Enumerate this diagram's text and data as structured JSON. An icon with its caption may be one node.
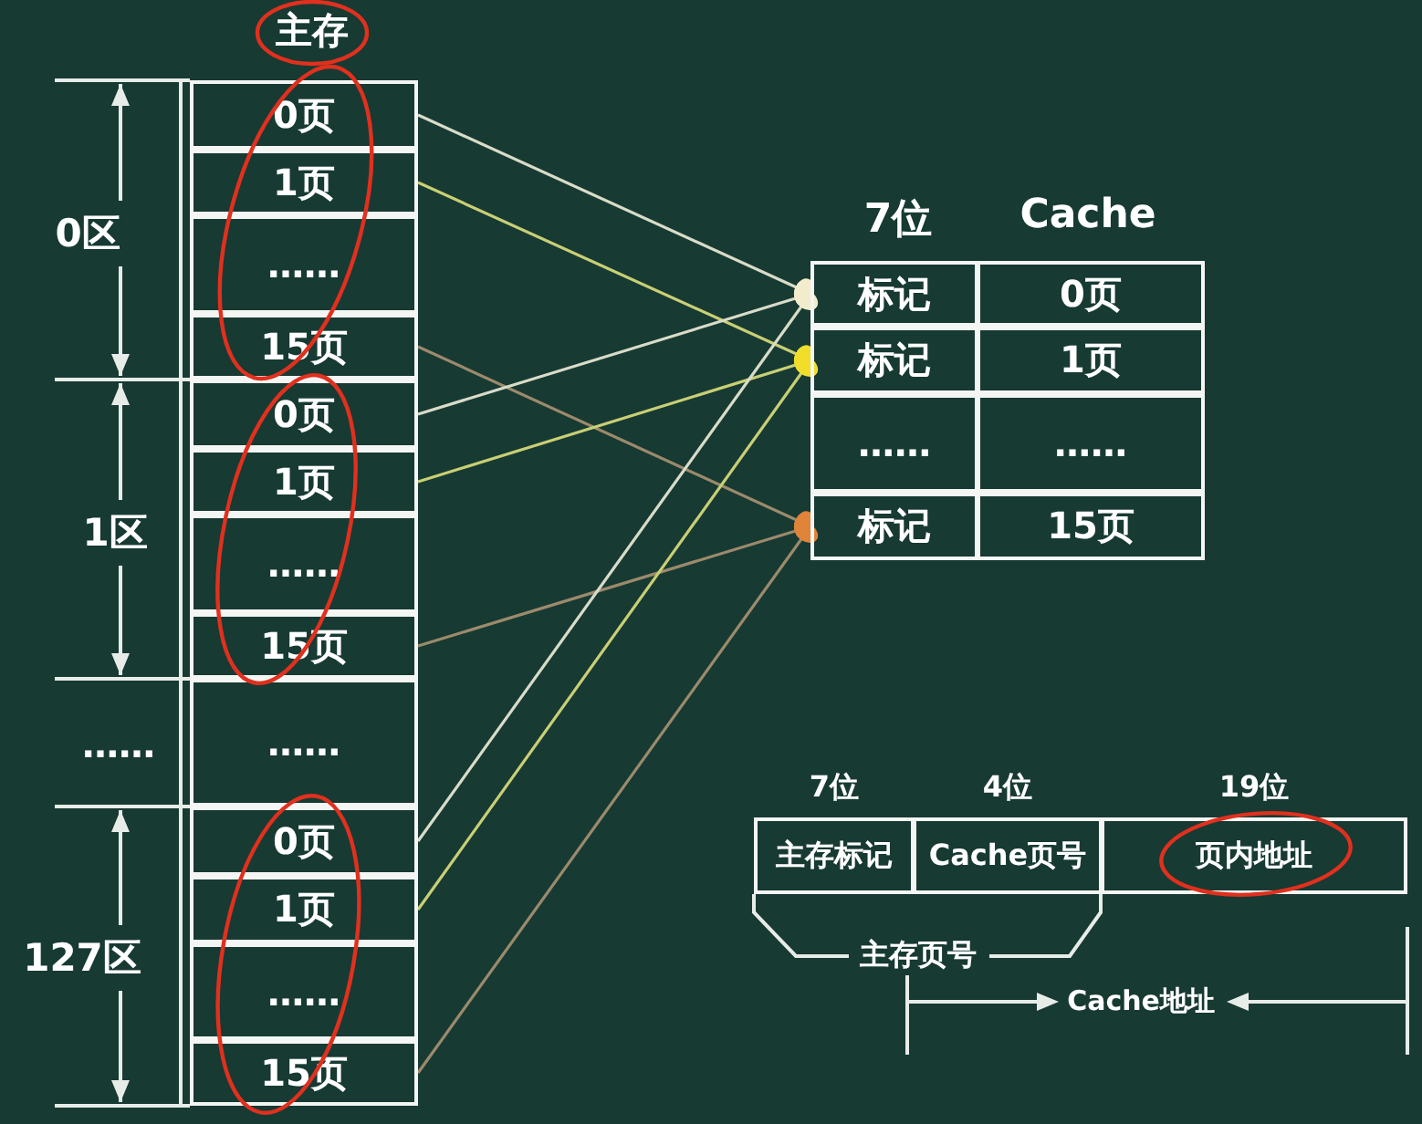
{
  "diagram": {
    "nodes": [
      {
        "text": [
          "0页"
        ]
      },
      {
        "text": [
          "1页"
        ]
      },
      {
        "text": [
          "……"
        ]
      },
      {
        "text": [
          "15页"
        ]
      },
      {
        "text": [
          "0页"
        ]
      },
      {
        "text": [
          "1页"
        ]
      },
      {
        "text": [
          "……"
        ]
      },
      {
        "text": [
          "15页"
        ]
      },
      {
        "text": [
          "……"
        ]
      },
      {
        "text": [
          "0页"
        ]
      },
      {
        "text": [
          "1页"
        ]
      },
      {
        "text": [
          "……"
        ]
      },
      {
        "text": [
          "15页"
        ]
      },
      {
        "text": [
          "标记"
        ]
      },
      {
        "text": [
          "0页"
        ]
      },
      {
        "text": [
          "标记"
        ]
      },
      {
        "text": [
          "1页"
        ]
      },
      {
        "text": [
          "……"
        ]
      },
      {
        "text": [
          "……"
        ]
      },
      {
        "text": [
          "标记"
        ]
      },
      {
        "text": [
          "15页"
        ]
      },
      {
        "text": [
          "主存标记"
        ],
        "beside": [
          "7位"
        ]
      },
      {
        "text": [
          "Cache页号"
        ],
        "beside": [
          "4位"
        ]
      },
      {
        "text": [
          "页内地址"
        ],
        "beside": [
          "19位"
        ]
      }
    ],
    "edges": [
      {
        "from": 0,
        "to": 13,
        "arrow": "other",
        "color": "#d9dcc8"
      },
      {
        "from": 1,
        "to": 15,
        "arrow": "other",
        "color": "#c9cf74"
      },
      {
        "from": 3,
        "to": 19,
        "arrow": "other",
        "color": "#9c8a6c"
      },
      {
        "from": 4,
        "to": 13,
        "arrow": "other",
        "color": "#d9dcc8"
      },
      {
        "from": 5,
        "to": 15,
        "arrow": "other",
        "color": "#c9cf74"
      },
      {
        "from": 7,
        "to": 19,
        "arrow": "other",
        "color": "#9c8a6c"
      },
      {
        "from": 9,
        "to": 13,
        "arrow": "other",
        "color": "#d9dcc8"
      },
      {
        "from": 10,
        "to": 15,
        "arrow": "other",
        "color": "#c9cf74"
      },
      {
        "from": 12,
        "to": 19,
        "arrow": "other",
        "color": "#9c8a6c"
      }
    ],
    "labels": [
      "主存",
      "0区",
      "1区",
      "……",
      "127区",
      "7位",
      "Cache",
      "主存页号",
      "Cache地址"
    ]
  }
}
